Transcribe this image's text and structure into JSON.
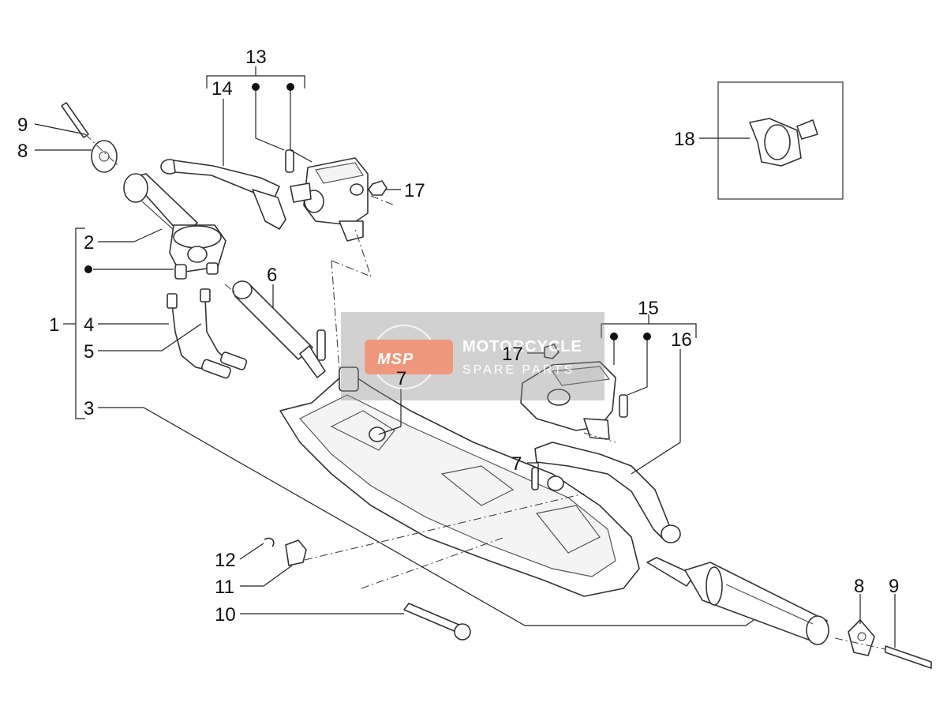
{
  "callouts": {
    "c1": "1",
    "c2": "2",
    "c3": "3",
    "c4": "4",
    "c5": "5",
    "c6": "6",
    "c7a": "7",
    "c7b": "7",
    "c8a": "8",
    "c8b": "8",
    "c9a": "9",
    "c9b": "9",
    "c10": "10",
    "c11": "11",
    "c12": "12",
    "c13": "13",
    "c14": "14",
    "c15": "15",
    "c16": "16",
    "c17a": "17",
    "c17b": "17",
    "c18": "18"
  },
  "watermark": {
    "logo": "MSP",
    "line1": "MOTORCYCLE",
    "line2": "SPARE PARTS"
  }
}
